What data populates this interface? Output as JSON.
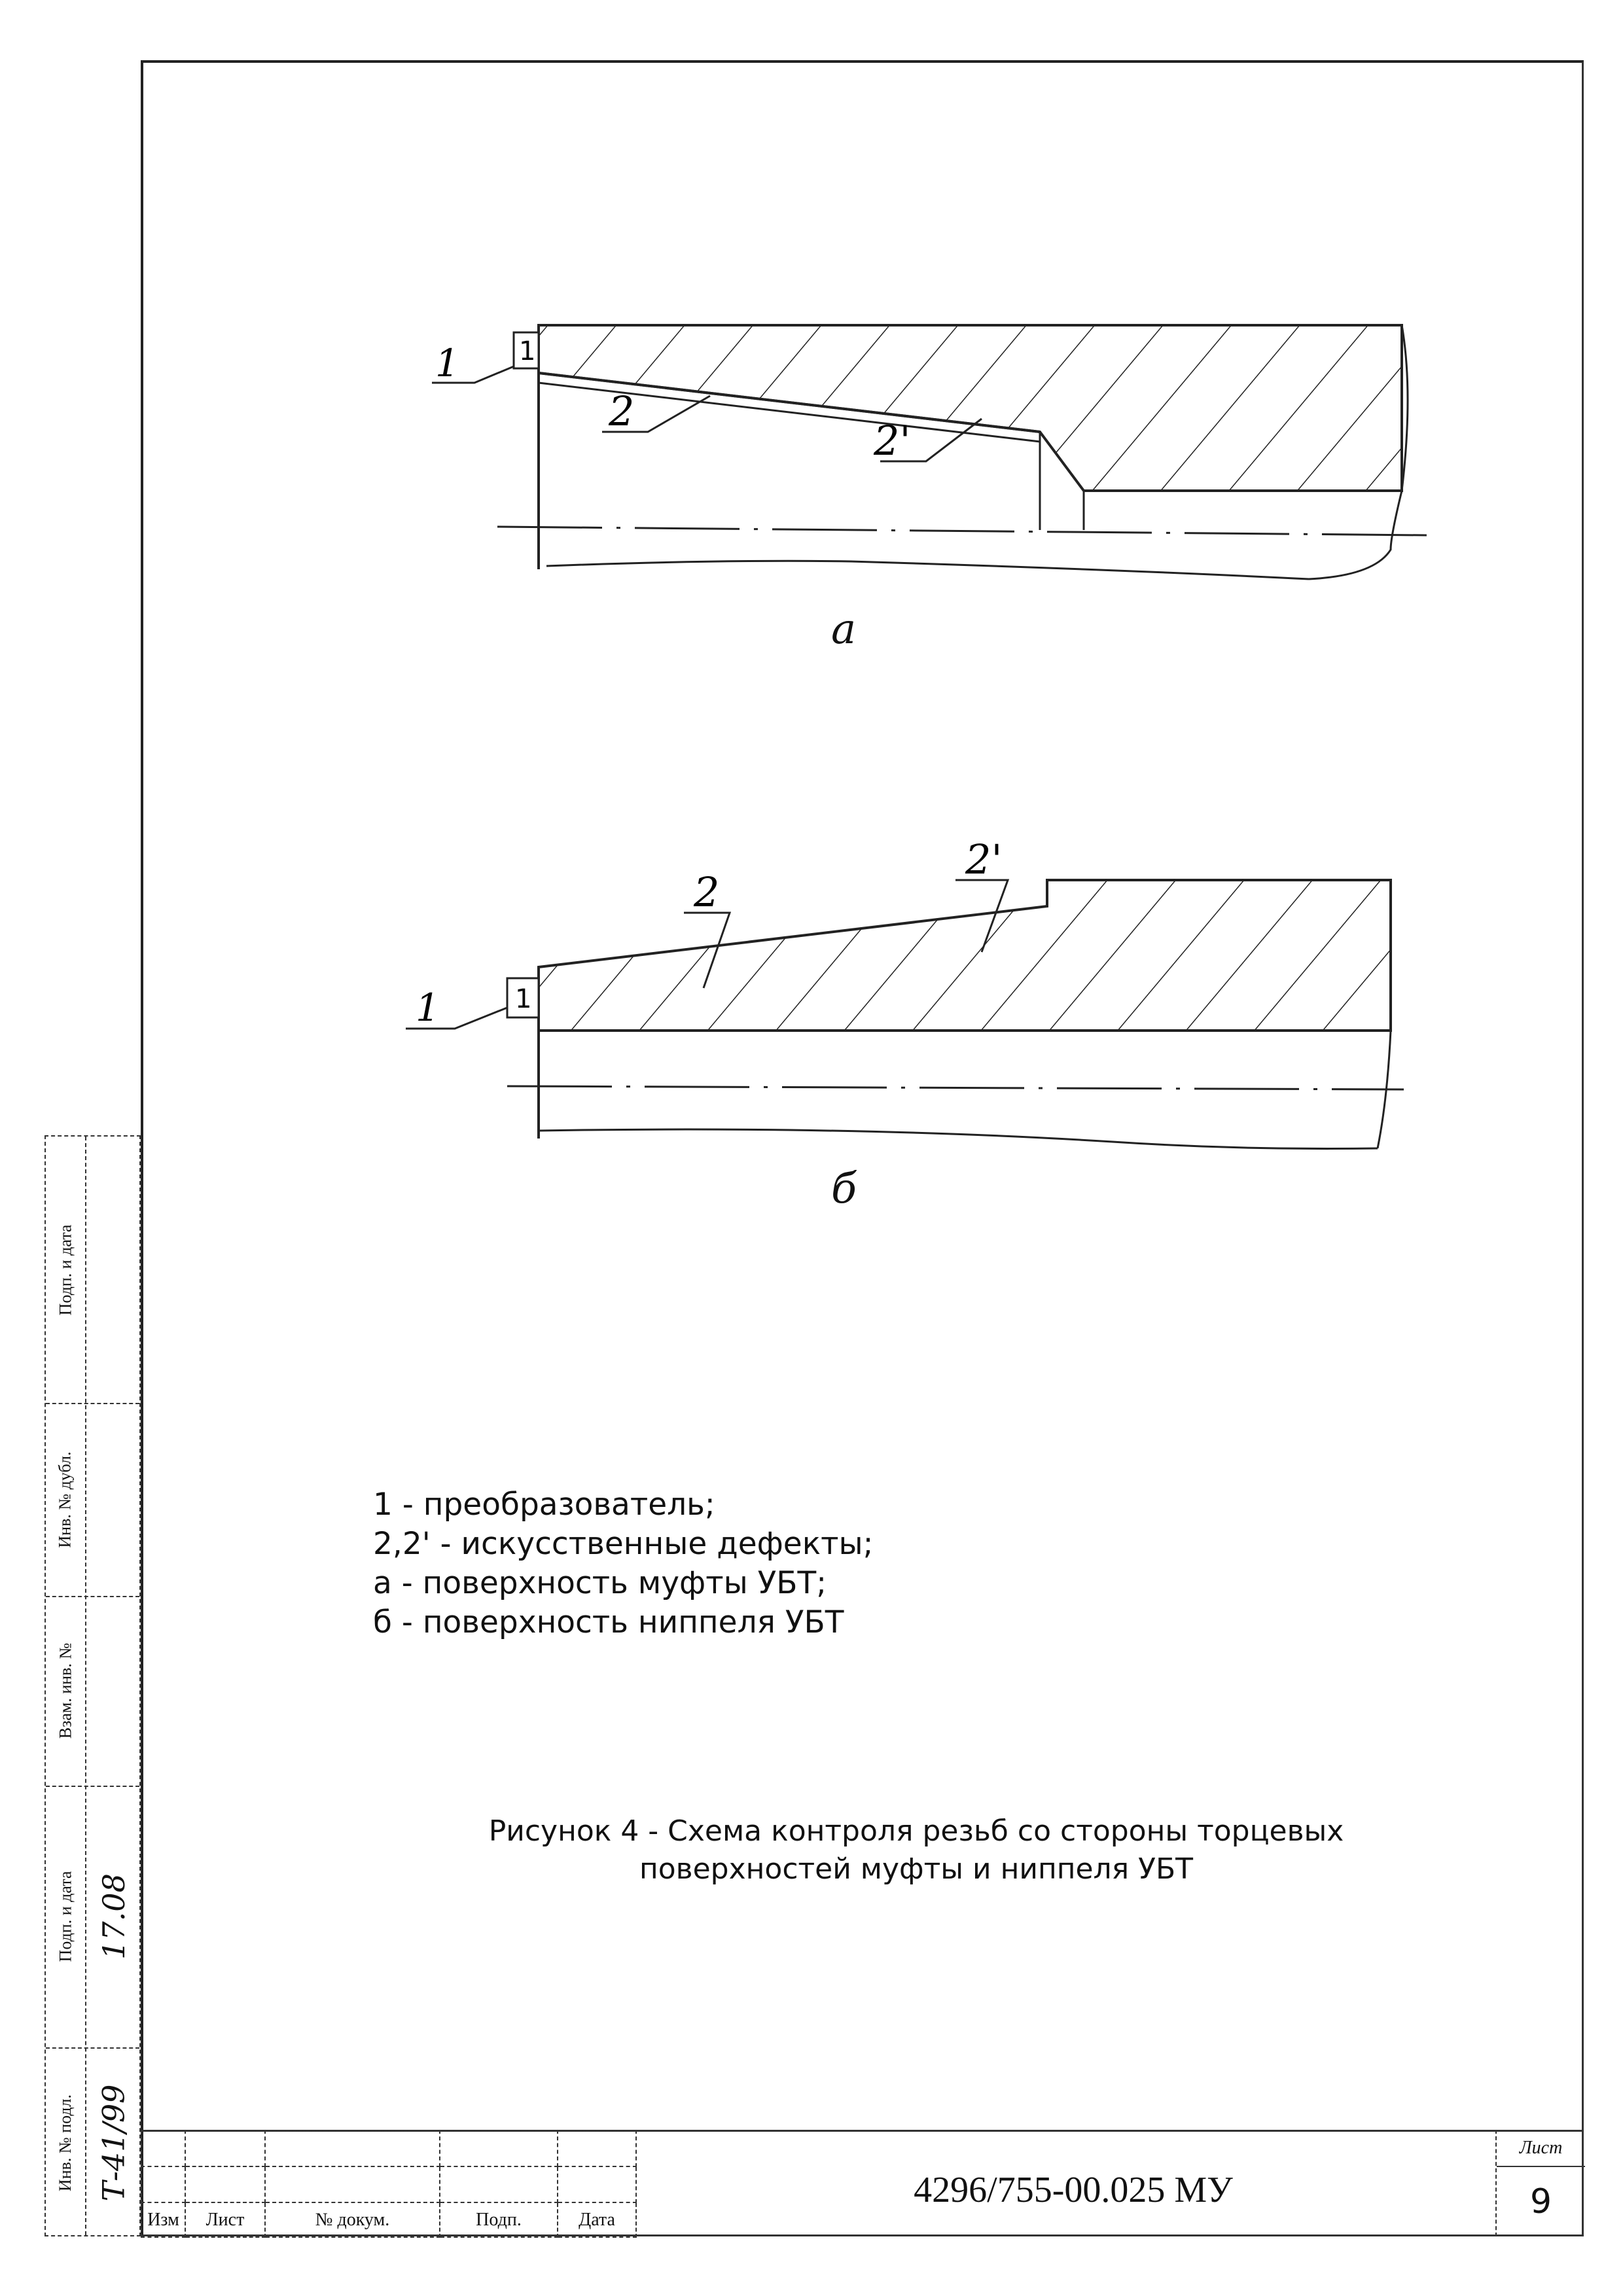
{
  "figure": {
    "drawing_a": {
      "label": "а",
      "callouts": [
        "1",
        "2",
        "2'"
      ]
    },
    "drawing_b": {
      "label": "б",
      "callouts": [
        "1",
        "2",
        "2'"
      ]
    },
    "legend": [
      "1 - преобразователь;",
      "2,2' - искусственные дефекты;",
      "а - поверхность муфты УБТ;",
      "б - поверхность ниппеля УБТ"
    ],
    "caption_line1": "Рисунок 4 - Схема контроля резьб со стороны торцевых",
    "caption_line2": "поверхностей муфты и ниппеля УБТ"
  },
  "stamp": {
    "labels": [
      "Подп. и дата",
      "Инв. № дубл.",
      "Взам. инв. №",
      "Подп. и дата",
      "Инв. № подл."
    ],
    "handwritten_signature_date": "17.08",
    "handwritten_inventory": "Т-41/99"
  },
  "title_block": {
    "columns": [
      "Изм",
      "Лист",
      "№ докум.",
      "Подп.",
      "Дата"
    ],
    "document_code": "4296/755-00.025 МУ",
    "sheet_label": "Лист",
    "sheet_number": "9"
  }
}
